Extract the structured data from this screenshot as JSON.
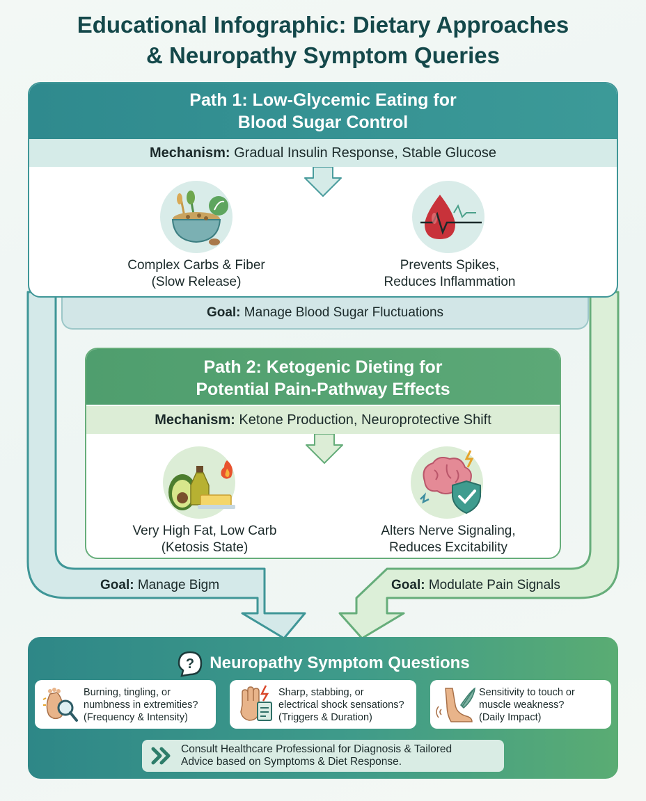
{
  "title": {
    "line1": "Educational Infographic: Dietary Approaches",
    "line2": "& Neuropathy Symptom Queries"
  },
  "path1": {
    "heading_line1": "Path 1: Low-Glycemic Eating for",
    "heading_line2": "Blood Sugar Control",
    "mechanism_label": "Mechanism:",
    "mechanism_text": "Gradual Insulin Response, Stable Glucose",
    "items": [
      {
        "line1": "Complex Carbs & Fiber",
        "line2": "(Slow Release)",
        "icon": "grain-bowl-icon"
      },
      {
        "line1": "Prevents Spikes,",
        "line2": "Reduces Inflammation",
        "icon": "blood-drop-icon"
      }
    ],
    "goal_label": "Goal:",
    "goal_text": "Manage Blood Sugar Fluctuations"
  },
  "path2": {
    "heading_line1": "Path 2: Ketogenic Dieting for",
    "heading_line2": "Potential Pain-Pathway Effects",
    "mechanism_label": "Mechanism:",
    "mechanism_text": "Ketone Production, Neuroprotective Shift",
    "items": [
      {
        "line1": "Very High Fat, Low Carb",
        "line2": "(Ketosis State)",
        "icon": "avocado-oil-butter-icon"
      },
      {
        "line1": "Alters Nerve Signaling,",
        "line2": "Reduces Excitability",
        "icon": "brain-shield-icon"
      }
    ]
  },
  "flow_goals": {
    "left_label": "Goal:",
    "left_text": "Manage Bigm",
    "right_label": "Goal:",
    "right_text": "Modulate Pain Signals"
  },
  "symptoms": {
    "title": "Neuropathy Symptom Questions",
    "questions": [
      {
        "line1": "Burning, tingling, or",
        "line2": "numbness in extremities?",
        "line3": "(Frequency & Intensity)",
        "icon": "foot-magnifier-icon"
      },
      {
        "line1": "Sharp, stabbing, or",
        "line2": "electrical shock sensations?",
        "line3": "(Triggers & Duration)",
        "icon": "hand-clipboard-icon"
      },
      {
        "line1": "Sensitivity to touch or",
        "line2": "muscle weakness?",
        "line3": "(Daily Impact)",
        "icon": "leg-feather-icon"
      }
    ],
    "consult_line1": "Consult Healthcare Professional for Diagnosis & Tailored",
    "consult_line2": "Advice based on Symptoms & Diet Response."
  },
  "colors": {
    "teal": "#2f8a8e",
    "green": "#5ca877",
    "title": "#14484a"
  }
}
